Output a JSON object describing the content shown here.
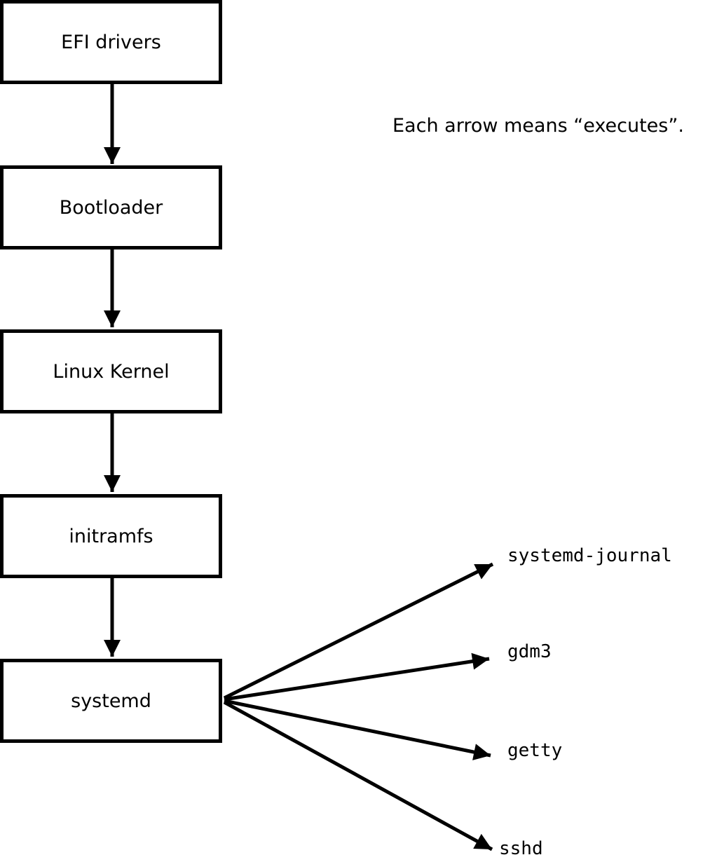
{
  "diagram": {
    "note": "Each arrow means “executes”.",
    "boxes": [
      {
        "label": "EFI drivers"
      },
      {
        "label": "Bootloader"
      },
      {
        "label": "Linux Kernel"
      },
      {
        "label": "initramfs"
      },
      {
        "label": "systemd"
      }
    ],
    "targets": [
      {
        "label": "systemd-journal"
      },
      {
        "label": "gdm3"
      },
      {
        "label": "getty"
      },
      {
        "label": "sshd"
      }
    ],
    "colors": {
      "stroke": "#000000",
      "fill": "#ffffff"
    }
  }
}
